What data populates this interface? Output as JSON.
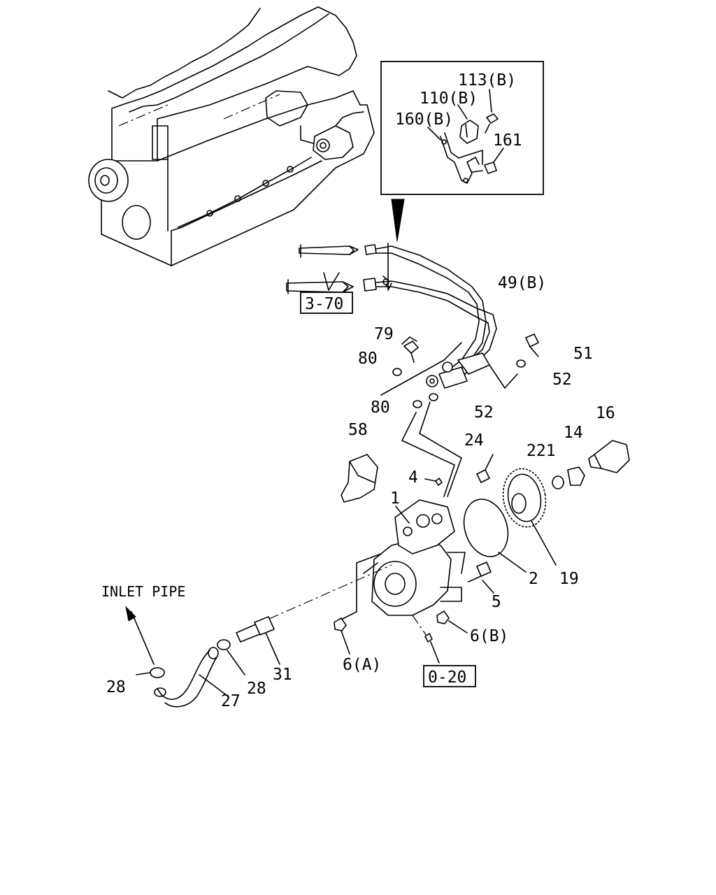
{
  "inset": {
    "labels": [
      "113(B)",
      "110(B)",
      "160(B)",
      "161"
    ]
  },
  "labels": {
    "ref_3_70": "3-70",
    "ref_0_20": "0-20",
    "inlet_pipe": "INLET PIPE",
    "p49b": "49(B)",
    "p79": "79",
    "p80a": "80",
    "p80b": "80",
    "p51": "51",
    "p52a": "52",
    "p52b": "52",
    "p58": "58",
    "p24": "24",
    "p221": "221",
    "p14": "14",
    "p16": "16",
    "p4": "4",
    "p1": "1",
    "p2": "2",
    "p19": "19",
    "p5": "5",
    "p6b": "6(B)",
    "p6a": "6(A)",
    "p31": "31",
    "p28a": "28",
    "p28b": "28",
    "p27": "27"
  }
}
